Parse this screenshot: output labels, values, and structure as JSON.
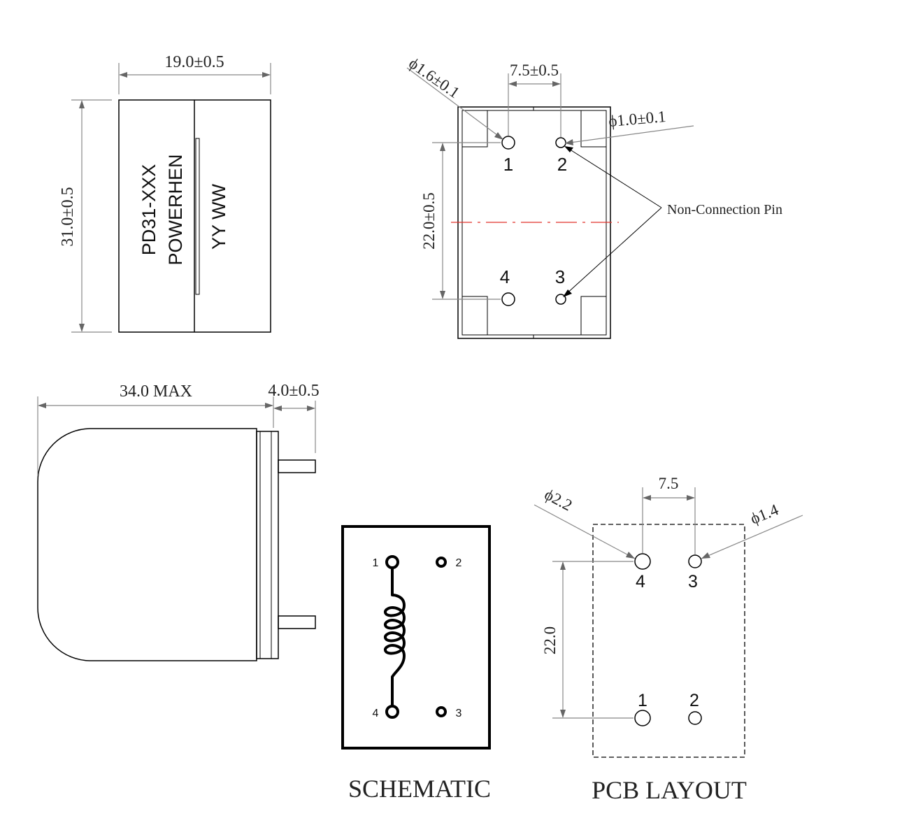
{
  "top_view": {
    "width_dim": "19.0±0.5",
    "height_dim": "31.0±0.5",
    "marking_line1": "PD31-XXX",
    "marking_line2": "POWERHEN",
    "marking_line3": "YY WW"
  },
  "bottom_view": {
    "big_pin_dia": "ϕ1.6±0.1",
    "small_pin_dia": "ϕ1.0±0.1",
    "pitch_x": "7.5±0.5",
    "pitch_y": "22.0±0.5",
    "callout": "Non-Connection Pin",
    "pins": [
      "1",
      "2",
      "4",
      "3"
    ],
    "centerline_color": "#e0312b"
  },
  "side_view": {
    "length_dim": "34.0 MAX",
    "pin_length_dim": "4.0±0.5"
  },
  "schematic": {
    "title": "SCHEMATIC",
    "pins": [
      "1",
      "2",
      "4",
      "3"
    ]
  },
  "pcb_layout": {
    "title": "PCB LAYOUT",
    "big_hole_dia": "ϕ2.2",
    "small_hole_dia": "ϕ1.4",
    "pitch_x": "7.5",
    "pitch_y": "22.0",
    "pins": [
      "4",
      "3",
      "1",
      "2"
    ]
  }
}
